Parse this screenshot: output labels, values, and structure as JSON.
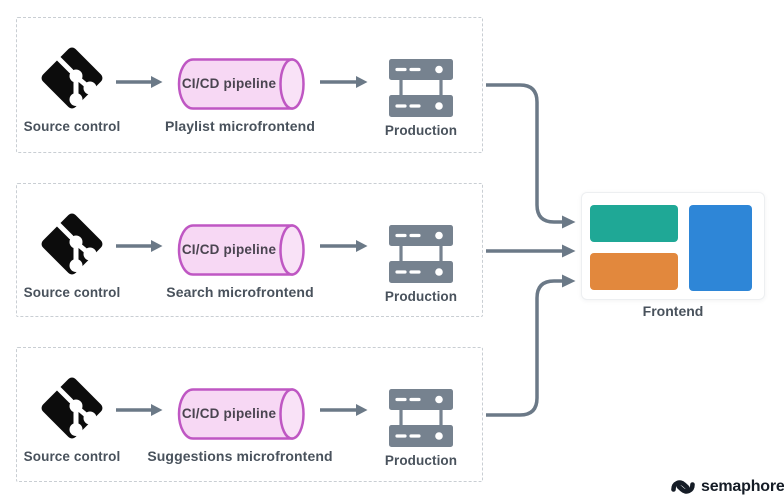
{
  "rows": [
    {
      "source_label": "Source control",
      "pipeline_text": "CI/CD pipeline",
      "pipeline_name": "Playlist microfrontend",
      "production_label": "Production"
    },
    {
      "source_label": "Source control",
      "pipeline_text": "CI/CD pipeline",
      "pipeline_name": "Search microfrontend",
      "production_label": "Production"
    },
    {
      "source_label": "Source control",
      "pipeline_text": "CI/CD pipeline",
      "pipeline_name": "Suggestions microfrontend",
      "production_label": "Production"
    }
  ],
  "frontend": {
    "label": "Frontend",
    "blocks": [
      {
        "name": "teal-block",
        "color": "#1FA896"
      },
      {
        "name": "orange-block",
        "color": "#E2883D"
      },
      {
        "name": "blue-block",
        "color": "#2E86D7"
      }
    ]
  },
  "brand": {
    "text": "semaphore",
    "color": "#151C26"
  },
  "icons": {
    "source": "git-icon",
    "pipeline": "cylinder-pipeline-shape",
    "production": "server-stack-icon",
    "brand": "semaphore-logo-icon"
  },
  "colors": {
    "arrow": "#6B7987",
    "dashed_border": "#C9CED3",
    "git_black": "#0C0C0C",
    "pipeline_fill": "#F7D8F4",
    "pipeline_cap_fill": "#F9E2F7",
    "pipeline_stroke": "#BF57C3",
    "server_gray": "#76828F",
    "label_text": "#49525C",
    "frontend_teal": "#1FA896",
    "frontend_orange": "#E2883D",
    "frontend_blue": "#2E86D7"
  }
}
